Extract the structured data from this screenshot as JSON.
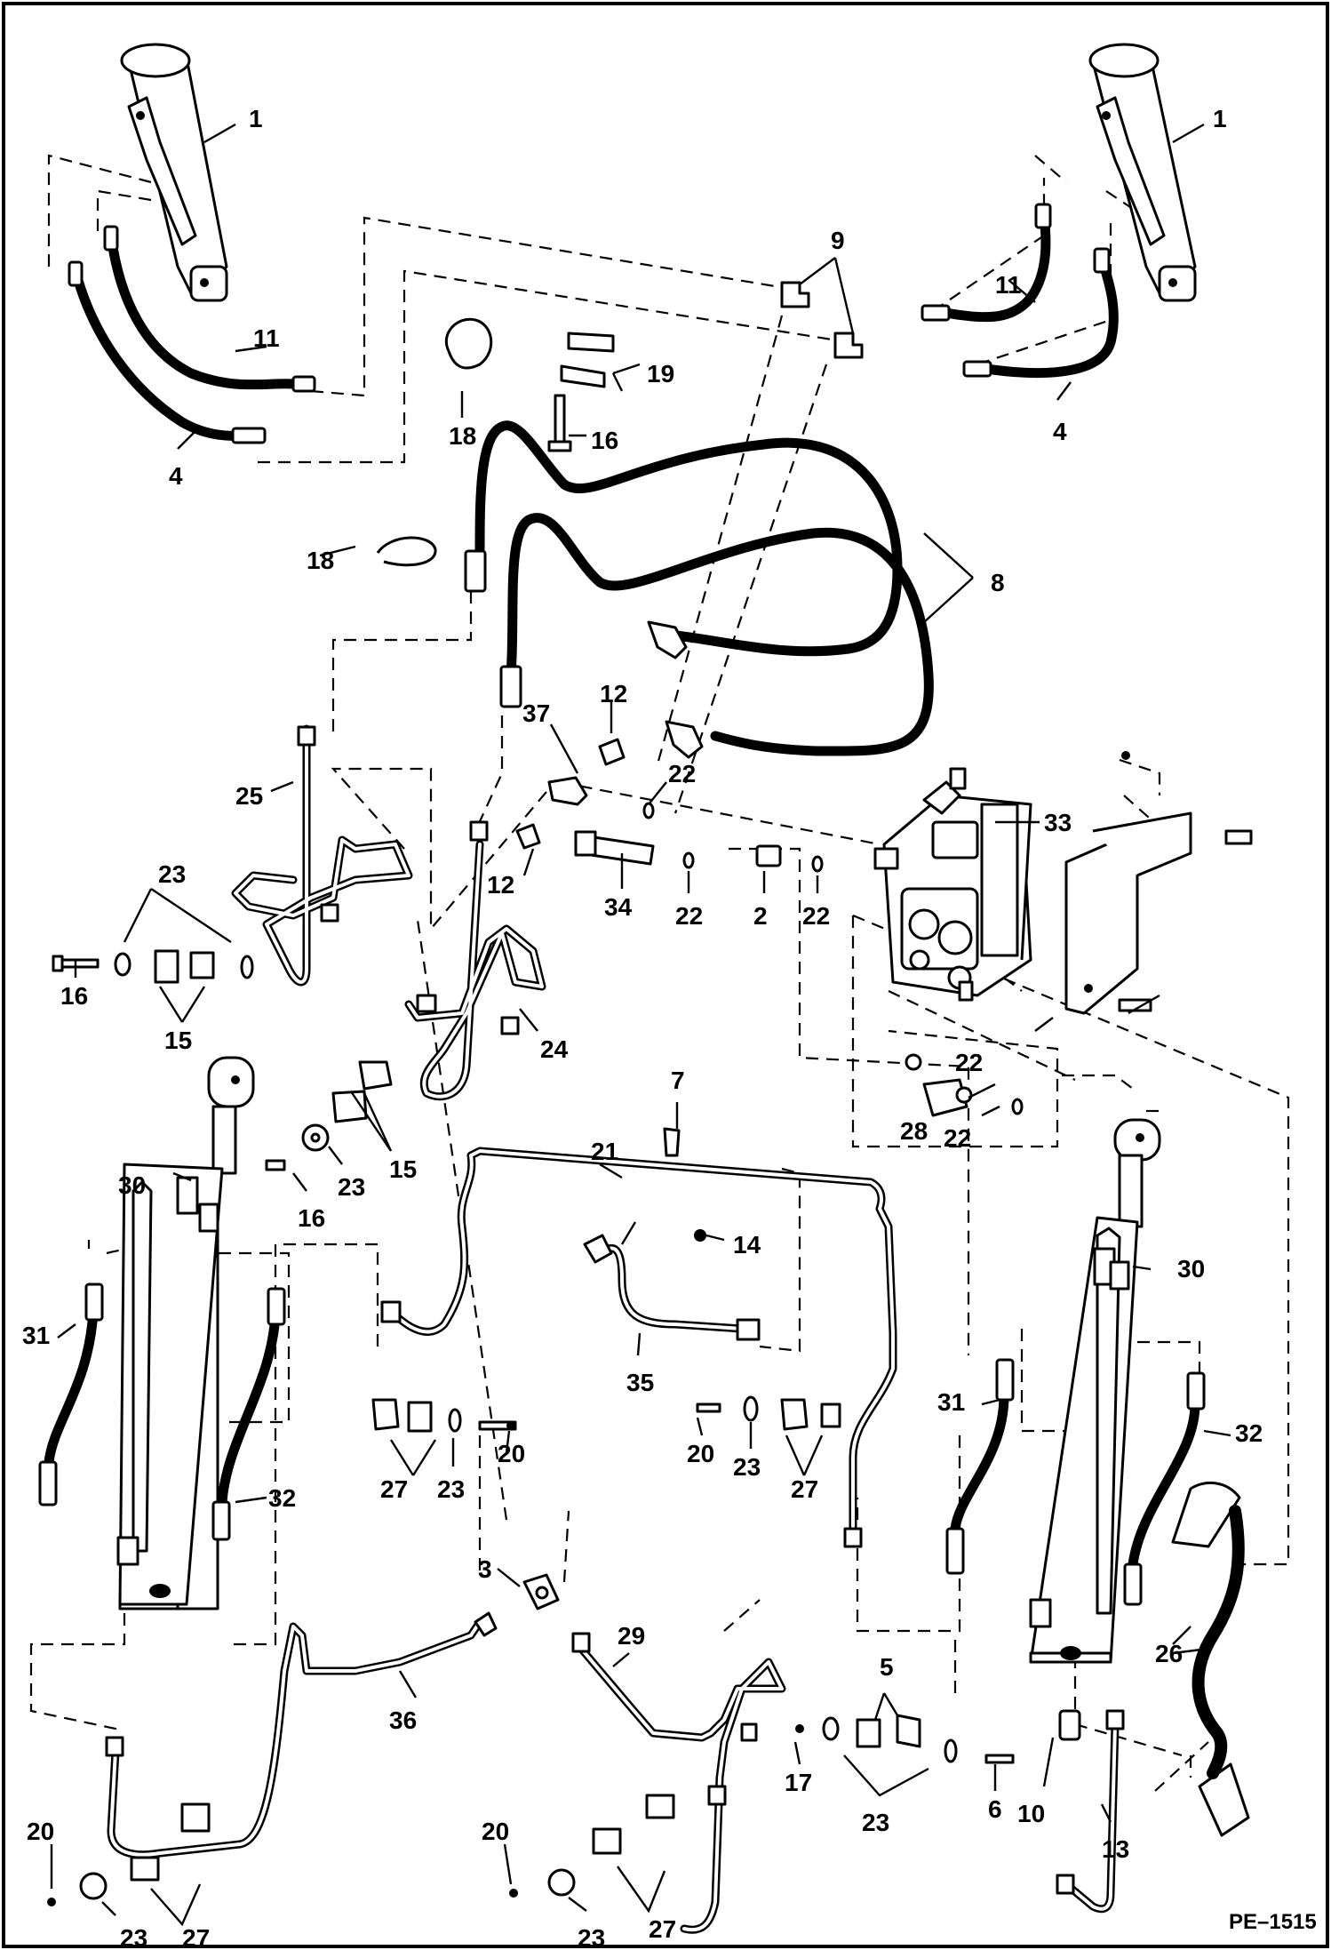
{
  "figure_code": "PE–1515",
  "callouts": [
    {
      "id": "c1a",
      "text": "1"
    },
    {
      "id": "c1b",
      "text": "1"
    },
    {
      "id": "c2",
      "text": "2"
    },
    {
      "id": "c3",
      "text": "3"
    },
    {
      "id": "c4a",
      "text": "4"
    },
    {
      "id": "c4b",
      "text": "4"
    },
    {
      "id": "c5",
      "text": "5"
    },
    {
      "id": "c6",
      "text": "6"
    },
    {
      "id": "c7",
      "text": "7"
    },
    {
      "id": "c8",
      "text": "8"
    },
    {
      "id": "c9",
      "text": "9"
    },
    {
      "id": "c10",
      "text": "10"
    },
    {
      "id": "c11a",
      "text": "11"
    },
    {
      "id": "c11b",
      "text": "11"
    },
    {
      "id": "c12a",
      "text": "12"
    },
    {
      "id": "c12b",
      "text": "12"
    },
    {
      "id": "c13",
      "text": "13"
    },
    {
      "id": "c14",
      "text": "14"
    },
    {
      "id": "c15a",
      "text": "15"
    },
    {
      "id": "c15b",
      "text": "15"
    },
    {
      "id": "c16a",
      "text": "16"
    },
    {
      "id": "c16b",
      "text": "16"
    },
    {
      "id": "c16c",
      "text": "16"
    },
    {
      "id": "c17",
      "text": "17"
    },
    {
      "id": "c18a",
      "text": "18"
    },
    {
      "id": "c18b",
      "text": "18"
    },
    {
      "id": "c19",
      "text": "19"
    },
    {
      "id": "c20a",
      "text": "20"
    },
    {
      "id": "c20b",
      "text": "20"
    },
    {
      "id": "c20c",
      "text": "20"
    },
    {
      "id": "c20d",
      "text": "20"
    },
    {
      "id": "c21",
      "text": "21"
    },
    {
      "id": "c22a",
      "text": "22"
    },
    {
      "id": "c22b",
      "text": "22"
    },
    {
      "id": "c22c",
      "text": "22"
    },
    {
      "id": "c22d",
      "text": "22"
    },
    {
      "id": "c22e",
      "text": "22"
    },
    {
      "id": "c23a",
      "text": "23"
    },
    {
      "id": "c23b",
      "text": "23"
    },
    {
      "id": "c23c",
      "text": "23"
    },
    {
      "id": "c23d",
      "text": "23"
    },
    {
      "id": "c23e",
      "text": "23"
    },
    {
      "id": "c23f",
      "text": "23"
    },
    {
      "id": "c23g",
      "text": "23"
    },
    {
      "id": "c24",
      "text": "24"
    },
    {
      "id": "c25",
      "text": "25"
    },
    {
      "id": "c26",
      "text": "26"
    },
    {
      "id": "c27a",
      "text": "27"
    },
    {
      "id": "c27b",
      "text": "27"
    },
    {
      "id": "c27c",
      "text": "27"
    },
    {
      "id": "c27d",
      "text": "27"
    },
    {
      "id": "c28",
      "text": "28"
    },
    {
      "id": "c29",
      "text": "29"
    },
    {
      "id": "c30a",
      "text": "30"
    },
    {
      "id": "c30b",
      "text": "30"
    },
    {
      "id": "c31a",
      "text": "31"
    },
    {
      "id": "c31b",
      "text": "31"
    },
    {
      "id": "c32a",
      "text": "32"
    },
    {
      "id": "c32b",
      "text": "32"
    },
    {
      "id": "c33",
      "text": "33"
    },
    {
      "id": "c34",
      "text": "34"
    },
    {
      "id": "c35",
      "text": "35"
    },
    {
      "id": "c36",
      "text": "36"
    },
    {
      "id": "c37",
      "text": "37"
    }
  ]
}
